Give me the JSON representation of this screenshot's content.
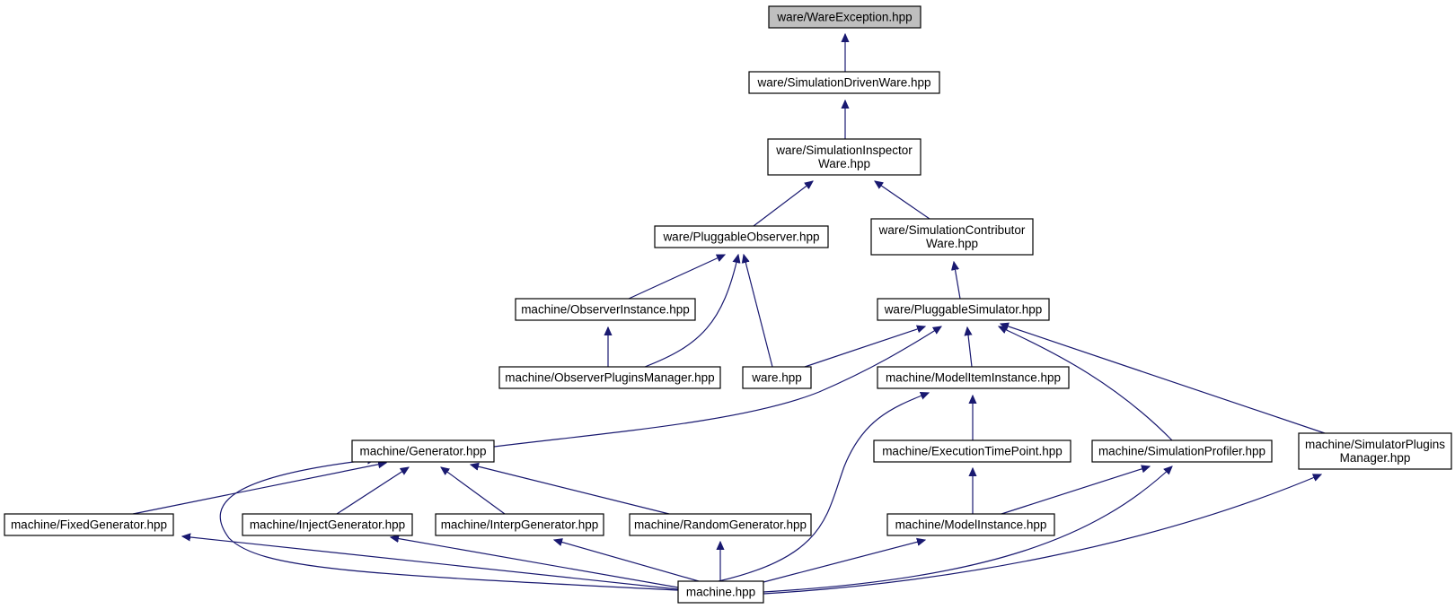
{
  "graph": {
    "nodes": [
      {
        "id": "ware_exception",
        "lines": [
          "ware/WareException.hpp"
        ],
        "highlight": true
      },
      {
        "id": "sim_driven_ware",
        "lines": [
          "ware/SimulationDrivenWare.hpp"
        ]
      },
      {
        "id": "sim_inspector_ware",
        "lines": [
          "ware/SimulationInspector",
          "Ware.hpp"
        ]
      },
      {
        "id": "pluggable_observer",
        "lines": [
          "ware/PluggableObserver.hpp"
        ]
      },
      {
        "id": "sim_contributor_ware",
        "lines": [
          "ware/SimulationContributor",
          "Ware.hpp"
        ]
      },
      {
        "id": "observer_instance",
        "lines": [
          "machine/ObserverInstance.hpp"
        ]
      },
      {
        "id": "pluggable_simulator",
        "lines": [
          "ware/PluggableSimulator.hpp"
        ]
      },
      {
        "id": "observer_plugins_manager",
        "lines": [
          "machine/ObserverPluginsManager.hpp"
        ]
      },
      {
        "id": "ware_hpp",
        "lines": [
          "ware.hpp"
        ]
      },
      {
        "id": "model_item_instance",
        "lines": [
          "machine/ModelItemInstance.hpp"
        ]
      },
      {
        "id": "generator",
        "lines": [
          "machine/Generator.hpp"
        ]
      },
      {
        "id": "execution_time_point",
        "lines": [
          "machine/ExecutionTimePoint.hpp"
        ]
      },
      {
        "id": "simulation_profiler",
        "lines": [
          "machine/SimulationProfiler.hpp"
        ]
      },
      {
        "id": "simulator_plugins_manager",
        "lines": [
          "machine/SimulatorPlugins",
          "Manager.hpp"
        ]
      },
      {
        "id": "fixed_generator",
        "lines": [
          "machine/FixedGenerator.hpp"
        ]
      },
      {
        "id": "inject_generator",
        "lines": [
          "machine/InjectGenerator.hpp"
        ]
      },
      {
        "id": "interp_generator",
        "lines": [
          "machine/InterpGenerator.hpp"
        ]
      },
      {
        "id": "random_generator",
        "lines": [
          "machine/RandomGenerator.hpp"
        ]
      },
      {
        "id": "model_instance",
        "lines": [
          "machine/ModelInstance.hpp"
        ]
      },
      {
        "id": "machine_hpp",
        "lines": [
          "machine.hpp"
        ]
      }
    ],
    "edge_color": "#191970",
    "highlight_color": "#bfbfbf"
  }
}
